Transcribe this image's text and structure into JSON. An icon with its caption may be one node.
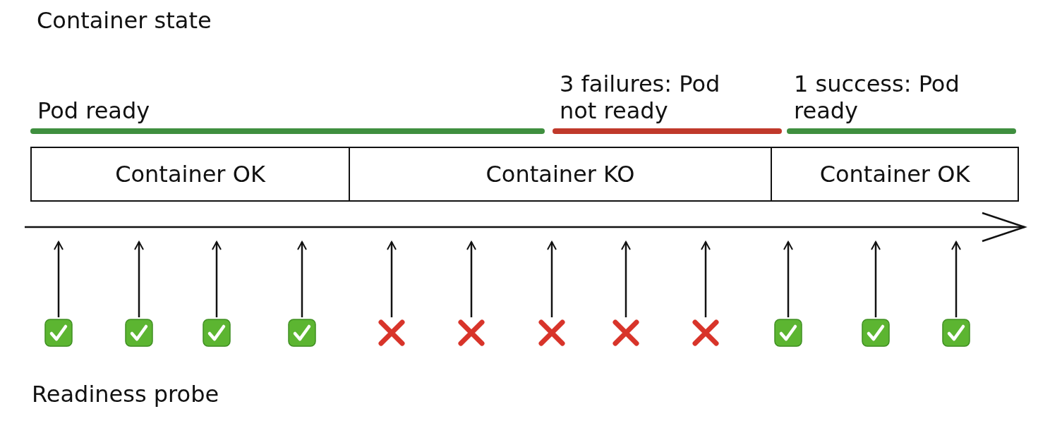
{
  "diagram": {
    "nodes": [
      {
        "text": [
          "Pod ready"
        ]
      },
      {
        "text": [
          "3 failures: Pod not ready"
        ]
      },
      {
        "text": [
          "1 success: Pod ready"
        ]
      },
      {
        "text": [
          "Container OK"
        ]
      },
      {
        "text": [
          "Container KO"
        ]
      },
      {
        "text": [
          "Container OK"
        ]
      },
      {
        "text": [],
        "shape": "check"
      },
      {
        "text": [],
        "shape": "check"
      },
      {
        "text": [],
        "shape": "check"
      },
      {
        "text": [],
        "shape": "check"
      },
      {
        "text": [],
        "shape": "cross"
      },
      {
        "text": [],
        "shape": "cross"
      },
      {
        "text": [],
        "shape": "cross"
      },
      {
        "text": [],
        "shape": "cross"
      },
      {
        "text": [],
        "shape": "cross"
      },
      {
        "text": [],
        "shape": "check"
      },
      {
        "text": [],
        "shape": "check"
      },
      {
        "text": [],
        "shape": "check"
      }
    ],
    "edges": [
      {
        "from": 6,
        "to": null,
        "arrow": "to"
      },
      {
        "from": 7,
        "to": null,
        "arrow": "to"
      },
      {
        "from": 8,
        "to": null,
        "arrow": "to"
      },
      {
        "from": 9,
        "to": null,
        "arrow": "to"
      },
      {
        "from": 10,
        "to": null,
        "arrow": "to"
      },
      {
        "from": 11,
        "to": null,
        "arrow": "to"
      },
      {
        "from": 12,
        "to": null,
        "arrow": "to"
      },
      {
        "from": 13,
        "to": null,
        "arrow": "to"
      },
      {
        "from": 14,
        "to": null,
        "arrow": "to"
      },
      {
        "from": 15,
        "to": null,
        "arrow": "to"
      },
      {
        "from": 16,
        "to": null,
        "arrow": "to"
      },
      {
        "from": 17,
        "to": null,
        "arrow": "to"
      }
    ],
    "labels": [
      "Container state",
      "Readiness probe"
    ]
  }
}
